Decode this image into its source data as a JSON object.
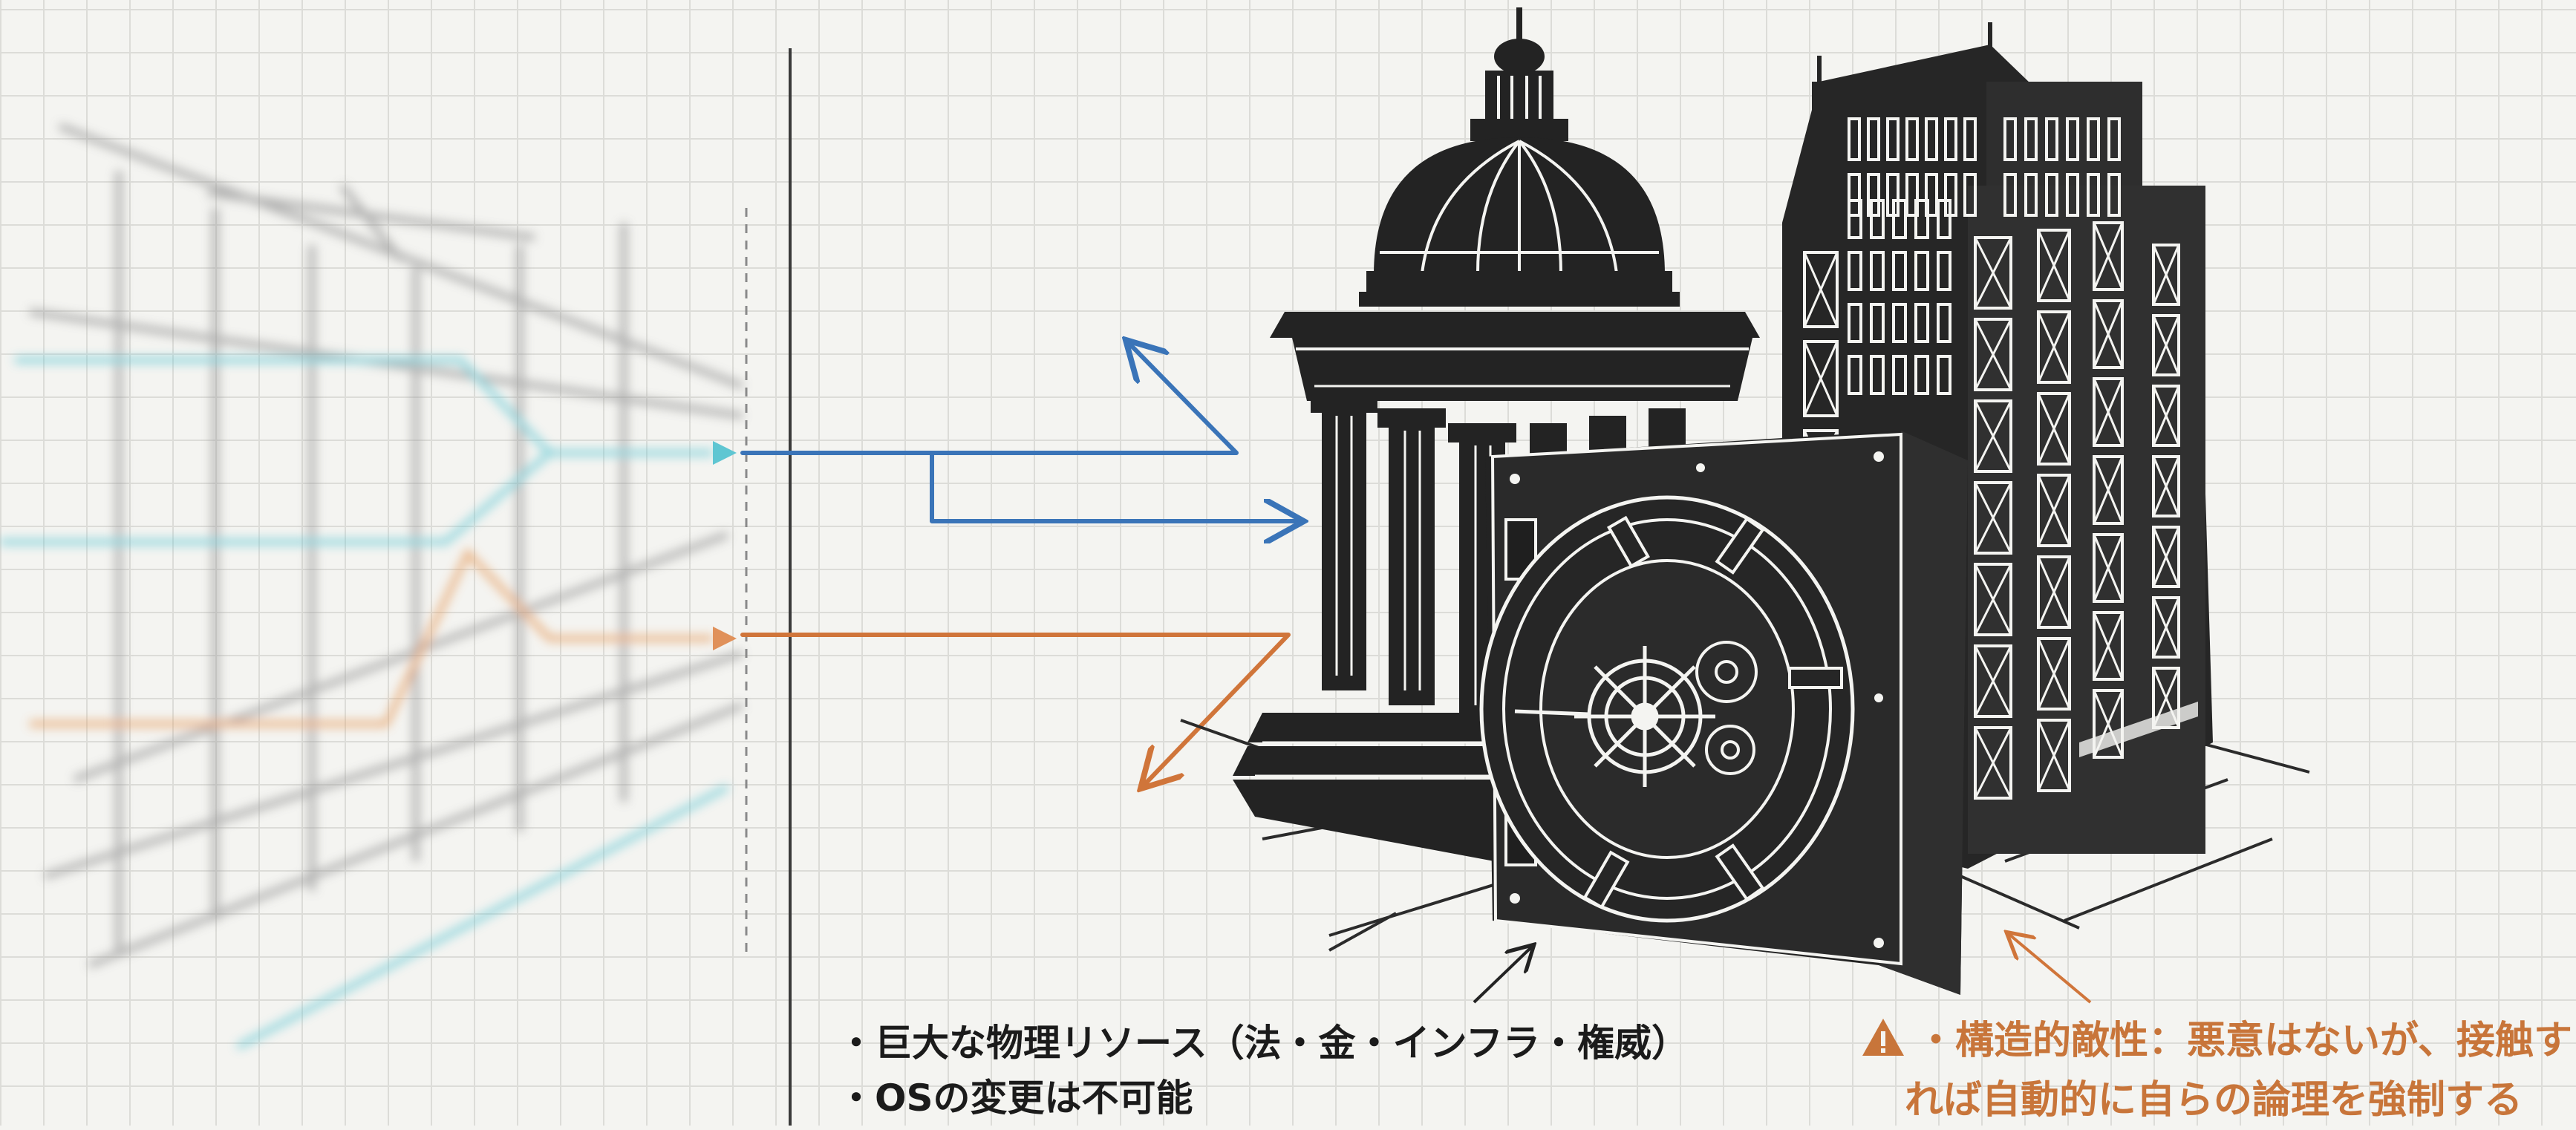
{
  "captions": {
    "left_line1": "・巨大な物理リソース（法・金・インフラ・権威）",
    "left_line2": "・OSの変更は不可能",
    "right_line1": "・構造的敵性：悪意はないが、接触す",
    "right_line2": "れば自動的に自らの論理を強制する"
  },
  "icons": {
    "warning": "warning-triangle-icon",
    "institution": "classical-domed-building-icon",
    "skyscraper": "office-tower-icon",
    "vault": "bank-vault-icon"
  },
  "colors": {
    "blue": "#3a74b8",
    "teal": "#55c0cc",
    "orange": "#d0753a",
    "ink": "#232323",
    "grid": "#dcdcd8",
    "background": "#f4f4f1"
  }
}
